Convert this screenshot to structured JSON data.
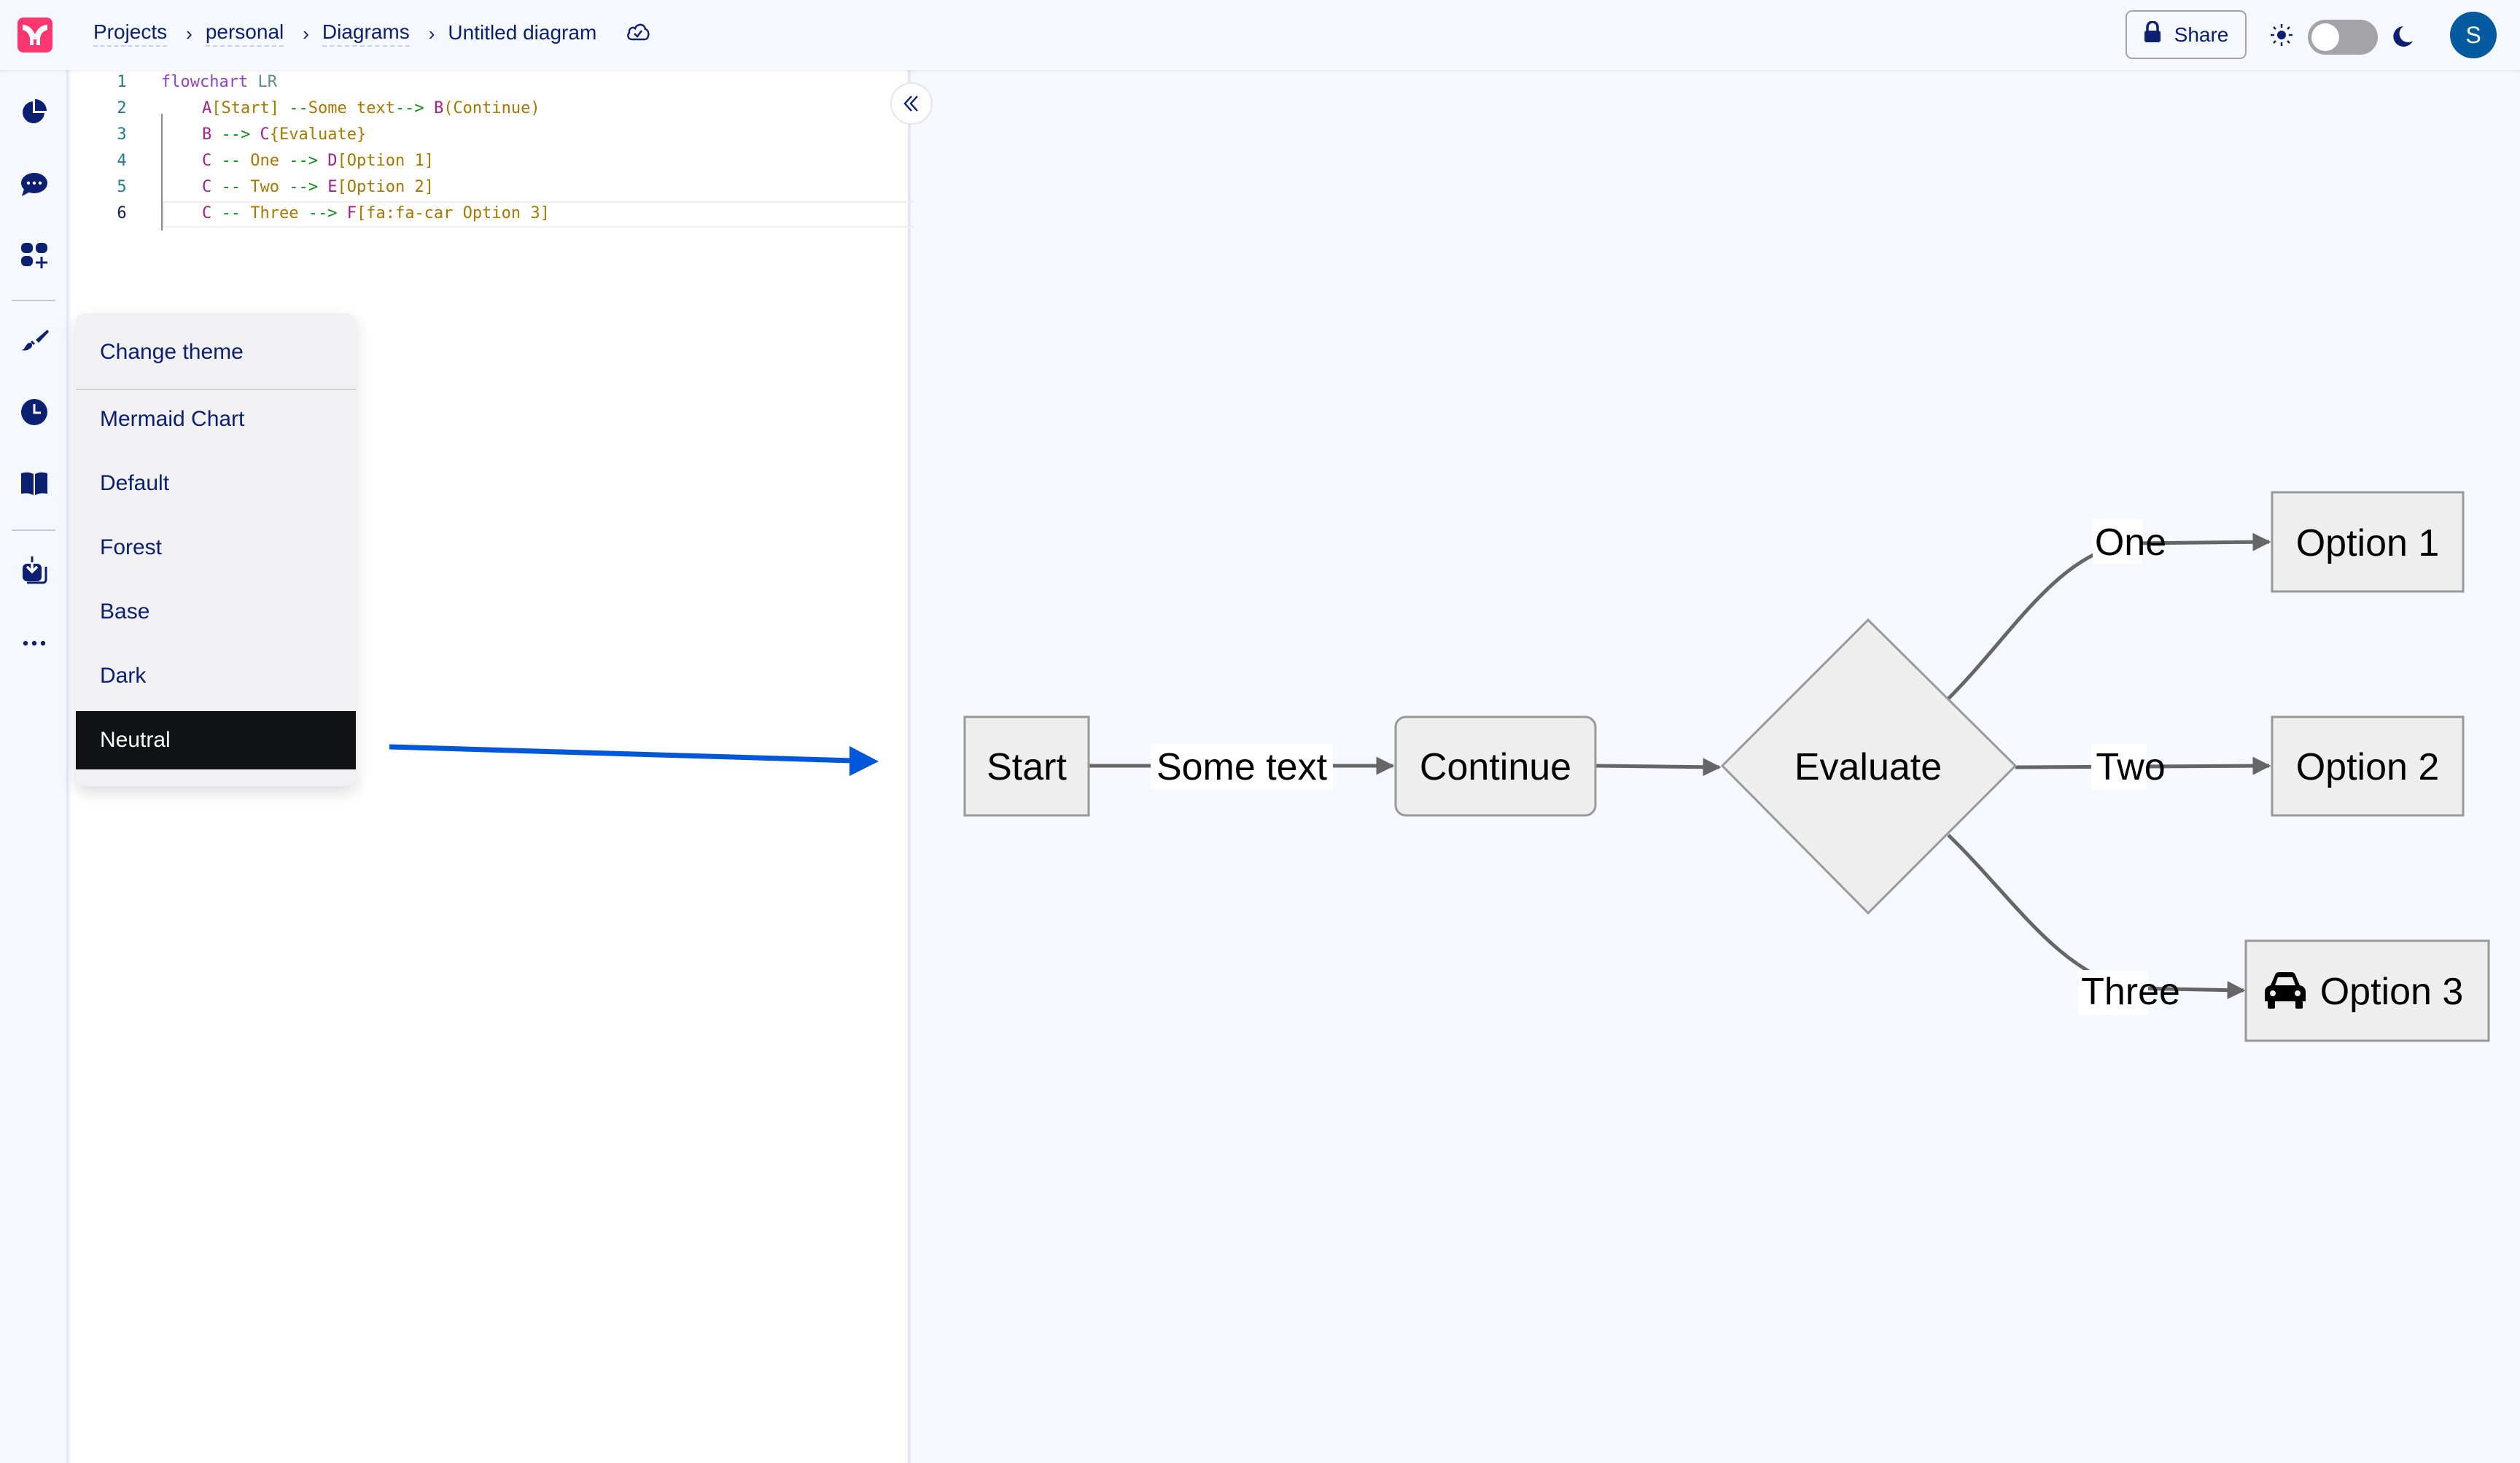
{
  "header": {
    "logo": "mermaid-logo",
    "breadcrumb": [
      "Projects",
      "personal",
      "Diagrams",
      "Untitled diagram"
    ],
    "save_status_icon": "cloud-check-icon",
    "share_label": "Share",
    "theme_toggle": {
      "left_icon": "sun-icon",
      "right_icon": "moon-icon",
      "state": "light"
    },
    "avatar_initial": "S"
  },
  "sidebar": {
    "items": [
      {
        "icon": "pie-chart-icon"
      },
      {
        "icon": "chat-icon"
      },
      {
        "icon": "add-widget-icon"
      },
      {
        "icon": "paintbrush-icon"
      },
      {
        "icon": "clock-icon"
      },
      {
        "icon": "book-icon"
      },
      {
        "icon": "download-icon"
      },
      {
        "icon": "more-icon"
      }
    ]
  },
  "editor": {
    "lines": [
      {
        "n": "1",
        "tokens": [
          [
            "kw",
            "flowchart"
          ],
          [
            "dir",
            " LR"
          ]
        ]
      },
      {
        "n": "2",
        "tokens": [
          [
            "id",
            "A"
          ],
          [
            "txt",
            "[Start] "
          ],
          [
            "arr",
            "--"
          ],
          [
            "txt",
            "Some text"
          ],
          [
            "arr",
            "-->"
          ],
          [
            "txt",
            " "
          ],
          [
            "id",
            "B"
          ],
          [
            "txt",
            "(Continue)"
          ]
        ]
      },
      {
        "n": "3",
        "tokens": [
          [
            "id",
            "B"
          ],
          [
            "txt",
            " "
          ],
          [
            "arr",
            "-->"
          ],
          [
            "txt",
            " "
          ],
          [
            "id",
            "C"
          ],
          [
            "txt",
            "{Evaluate}"
          ]
        ]
      },
      {
        "n": "4",
        "tokens": [
          [
            "id",
            "C"
          ],
          [
            "txt",
            " "
          ],
          [
            "arr",
            "--"
          ],
          [
            "txt",
            " One "
          ],
          [
            "arr",
            "-->"
          ],
          [
            "txt",
            " "
          ],
          [
            "id",
            "D"
          ],
          [
            "txt",
            "[Option 1]"
          ]
        ]
      },
      {
        "n": "5",
        "tokens": [
          [
            "id",
            "C"
          ],
          [
            "txt",
            " "
          ],
          [
            "arr",
            "--"
          ],
          [
            "txt",
            " Two "
          ],
          [
            "arr",
            "-->"
          ],
          [
            "txt",
            " "
          ],
          [
            "id",
            "E"
          ],
          [
            "txt",
            "[Option 2]"
          ]
        ]
      },
      {
        "n": "6",
        "tokens": [
          [
            "id",
            "C"
          ],
          [
            "txt",
            " "
          ],
          [
            "arr",
            "--"
          ],
          [
            "txt",
            " Three "
          ],
          [
            "arr",
            "-->"
          ],
          [
            "txt",
            " "
          ],
          [
            "id",
            "F"
          ],
          [
            "txt",
            "[fa:fa-car Option 3]"
          ]
        ]
      }
    ],
    "active_line": "6",
    "collapse_icon": "chevrons-left-icon"
  },
  "theme_menu": {
    "title": "Change theme",
    "items": [
      "Mermaid Chart",
      "Default",
      "Forest",
      "Base",
      "Dark",
      "Neutral"
    ],
    "selected": "Neutral"
  },
  "diagram": {
    "nodes": {
      "A": "Start",
      "B": "Continue",
      "C": "Evaluate",
      "D": "Option 1",
      "E": "Option 2",
      "F": "Option 3"
    },
    "edge_labels": {
      "AB": "Some text",
      "CD": "One",
      "CE": "Two",
      "CF": "Three"
    },
    "F_icon": "car-icon"
  },
  "colors": {
    "brand": "#ff3670",
    "nav_text": "#0b2070",
    "avatar": "#035a9e",
    "node_fill": "#eeeeee",
    "node_stroke": "#999999",
    "edge": "#666666",
    "annotation_arrow": "#0057d9",
    "menu_selected_bg": "#111214"
  }
}
